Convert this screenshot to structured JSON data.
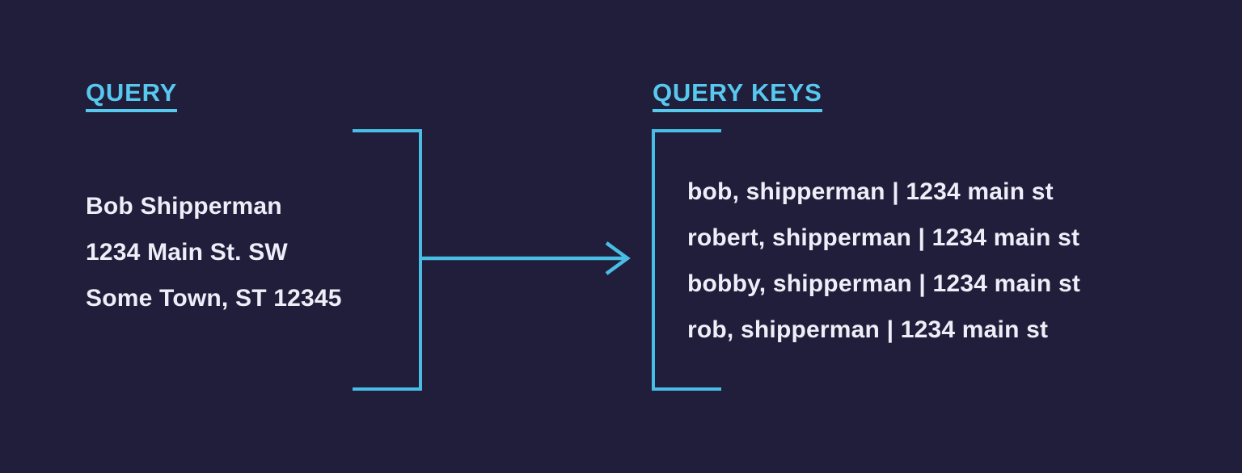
{
  "colors": {
    "background": "#211e3b",
    "accent": "#49bde4",
    "heading_accent": "#57c8ee",
    "text": "#edeef8"
  },
  "query": {
    "heading": "QUERY",
    "address_lines": [
      "Bob Shipperman",
      "1234 Main St. SW",
      "Some Town, ST 12345"
    ]
  },
  "query_keys": {
    "heading": "QUERY KEYS",
    "key_lines": [
      "bob, shipperman | 1234 main st",
      "robert, shipperman | 1234 main st",
      "bobby, shipperman | 1234 main st",
      "rob, shipperman | 1234 main st"
    ]
  }
}
